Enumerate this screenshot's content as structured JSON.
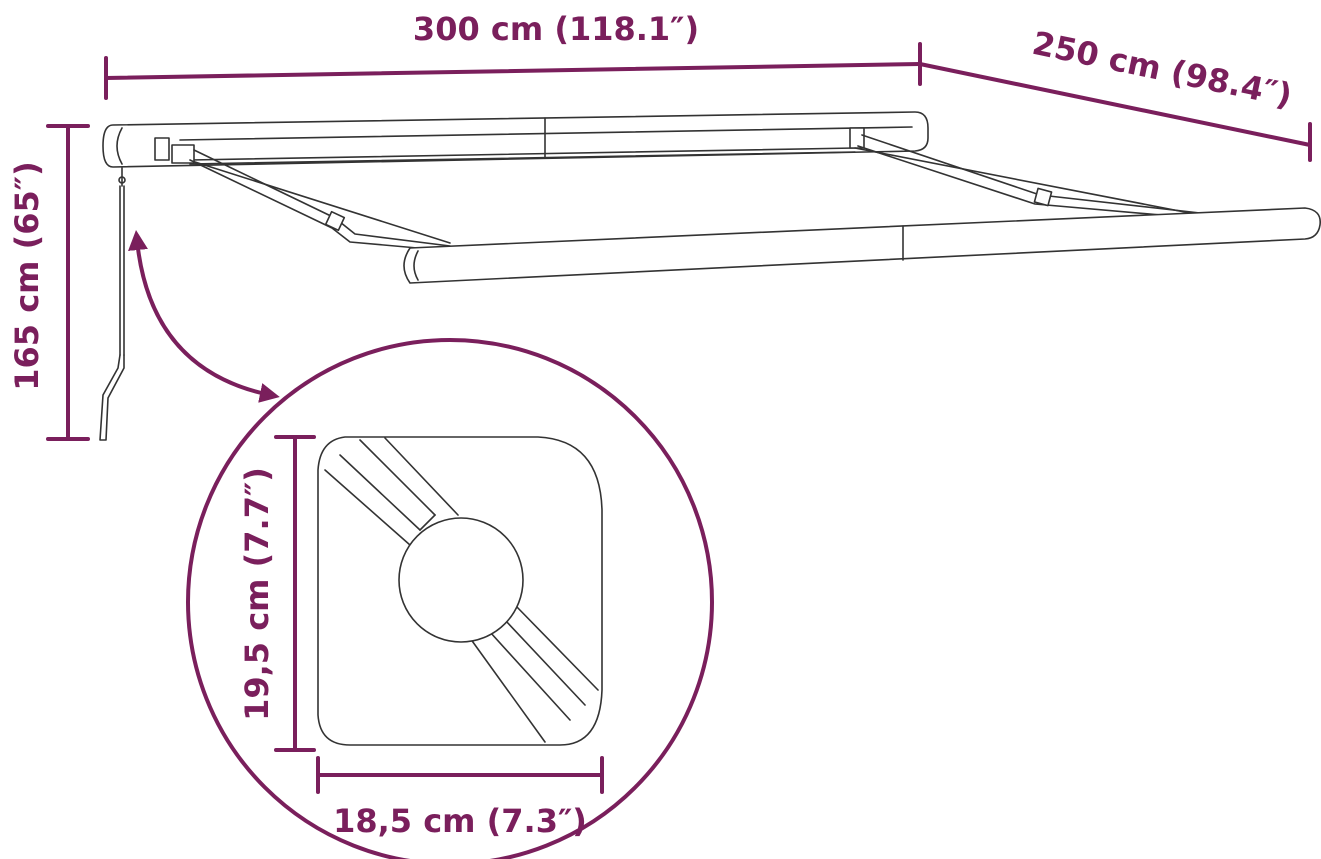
{
  "colors": {
    "dimension": "#7a1f5c",
    "drawing": "#333333",
    "background": "#ffffff"
  },
  "dimensions": {
    "width": "300 cm (118.1″)",
    "projection": "250 cm (98.4″)",
    "height": "165 cm (65″)",
    "cassette_height": "19,5 cm (7.7″)",
    "cassette_width": "18,5 cm (7.3″)"
  },
  "icons": {
    "callout_arrow": "curved-double-arrow-icon"
  }
}
